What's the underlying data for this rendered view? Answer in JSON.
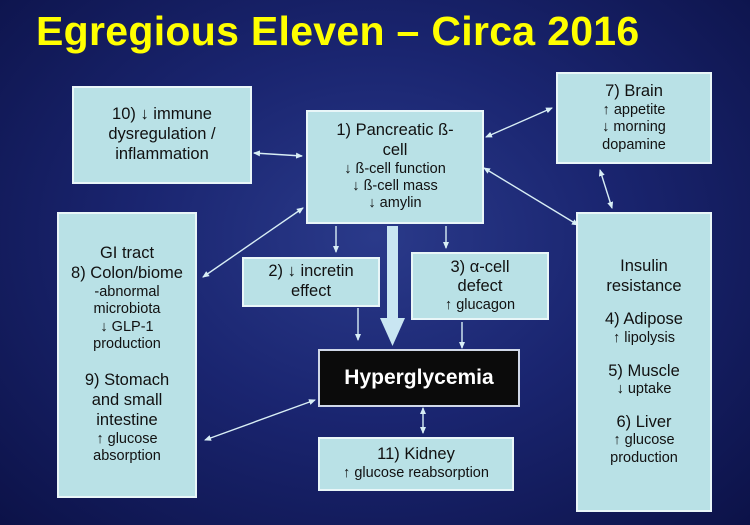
{
  "title": "Egregious Eleven – Circa 2016",
  "boxes": {
    "immune": {
      "line1": "10) ↓ immune",
      "line2": "dysregulation /",
      "line3": "inflammation"
    },
    "pancreatic": {
      "line1": "1) Pancreatic ß-",
      "line2": "cell",
      "line3": "↓ ß-cell function",
      "line4": "↓ ß-cell mass",
      "line5": "↓ amylin"
    },
    "brain": {
      "line1": "7) Brain",
      "line2": "↑ appetite",
      "line3": "↓ morning",
      "line4": "dopamine"
    },
    "gi": {
      "line1": "GI tract",
      "line2": "8) Colon/biome",
      "line3": "-abnormal",
      "line4": "microbiota",
      "line5": "↓ GLP-1",
      "line6": "production",
      "line7": "9) Stomach",
      "line8": "and small",
      "line9": "intestine",
      "line10": "↑ glucose",
      "line11": "absorption"
    },
    "incretin": {
      "line1": "2) ↓ incretin",
      "line2": "effect"
    },
    "alpha": {
      "line1": "3) α-cell",
      "line2": "defect",
      "line3": "↑ glucagon"
    },
    "insulin": {
      "line1": "Insulin",
      "line2": "resistance",
      "line3": "4) Adipose",
      "line4": "↑ lipolysis",
      "line5": "5) Muscle",
      "line6": "↓ uptake",
      "line7": "6) Liver",
      "line8": "↑ glucose",
      "line9": "production"
    },
    "hyper": {
      "label": "Hyperglycemia"
    },
    "kidney": {
      "line1": "11) Kidney",
      "line2": "↑ glucose reabsorption"
    }
  },
  "colors": {
    "title": "#ffff00",
    "box_fill": "#b9e1e6",
    "arrow": "#d8eef5",
    "hyper_fill": "#0b0b0b"
  }
}
